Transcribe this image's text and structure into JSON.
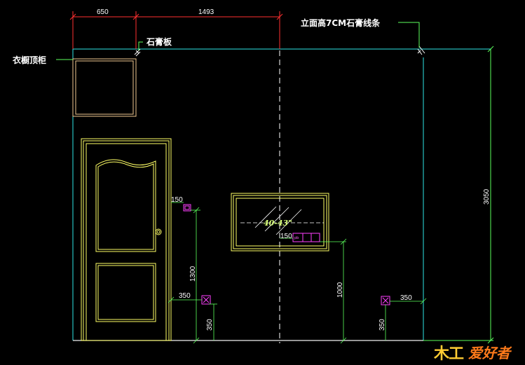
{
  "dimensions": {
    "top_left": "650",
    "top_right": "1493",
    "height_total": "3050",
    "socket_high_height": "1300",
    "socket_low_height": "350",
    "socket_left_offset": "350",
    "tv_socket_offset": "150",
    "tv_socket_height": "1000",
    "socket_right_offset": "350",
    "socket_right_height": "350",
    "socket_top_offset": "150"
  },
  "labels": {
    "wardrobe_top": "衣橱顶柜",
    "gypsum_board": "石膏板",
    "elevation_molding": "立面高7CM石膏线条"
  },
  "tv": {
    "size_text": "40-43\""
  },
  "watermark": {
    "text": "爱好者",
    "logo": "木工-logo-icon"
  },
  "colors": {
    "wall": "#2ee6e6",
    "door": "#ffff66",
    "dimension": "#ff3030",
    "leader": "#5cff5c",
    "socket": "#ff40ff",
    "wardrobe": "#f0c890"
  }
}
